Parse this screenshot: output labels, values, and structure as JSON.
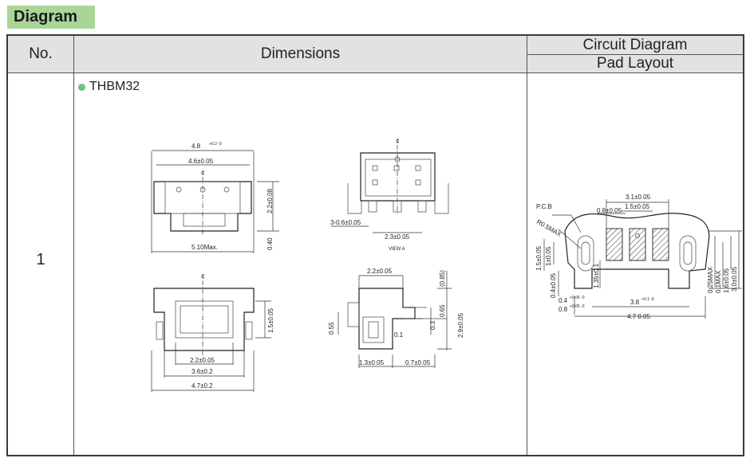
{
  "section_title": "Diagram",
  "table": {
    "col_no": "No.",
    "col_dimensions": "Dimensions",
    "col_circuit": "Circuit Diagram",
    "col_pad": "Pad Layout"
  },
  "row": {
    "number": "1",
    "part_name": "THBM32"
  },
  "labels": {
    "top_w1": "4.8",
    "top_w1_tol": "+0.2 -0",
    "top_w2": "4.6±0.05",
    "top_h1": "2.2±0.08",
    "top_h2": "0.40",
    "top_w3": "5.10Max.",
    "side_pins": "3-0.6±0.05",
    "side_pitch": "2.3±0.05",
    "view_a": "VIEW A",
    "bot_w1": "2.2±0.05",
    "bot_w2": "3.6±0.2",
    "bot_w3": "4.7±0.2",
    "bot_h1": "1.5±0.05",
    "sec_w1": "2.2±0.05",
    "sec_h1": "(0.85)",
    "sec_h2": "0.65",
    "sec_h3": "0.3",
    "sec_h4": "2.9±0.05",
    "sec_h5": "0.55",
    "sec_h6": "0.1",
    "sec_w2": "1.3±0.05",
    "sec_w3": "0.7±0.05",
    "pad_w1": "3.1±0.05",
    "pad_w2": "1.5±0.05",
    "pad_w3": "0.8±0.05",
    "pad_pcb": "P.C.B",
    "pad_r": "R0.5MAX",
    "pad_v1": "1.5±0.05",
    "pad_v2": "1±0.05",
    "pad_v3": "0.4±0.05",
    "pad_v4": "1.35±0.1",
    "pad_w4": "0.4",
    "pad_w4_tol": "+0.05 -0",
    "pad_w5": "0.8",
    "pad_w5_tol": "+0.05 -0",
    "pad_w6": "3.8",
    "pad_w6_tol": "+0.1 -0",
    "pad_w7": "4.7  0.05",
    "pad_v5": "0.25MAX",
    "pad_v6": "0.1MAX",
    "pad_v7": "1.6±0.05",
    "pad_v8": "3.0±0.05",
    "centerline": "¢"
  }
}
